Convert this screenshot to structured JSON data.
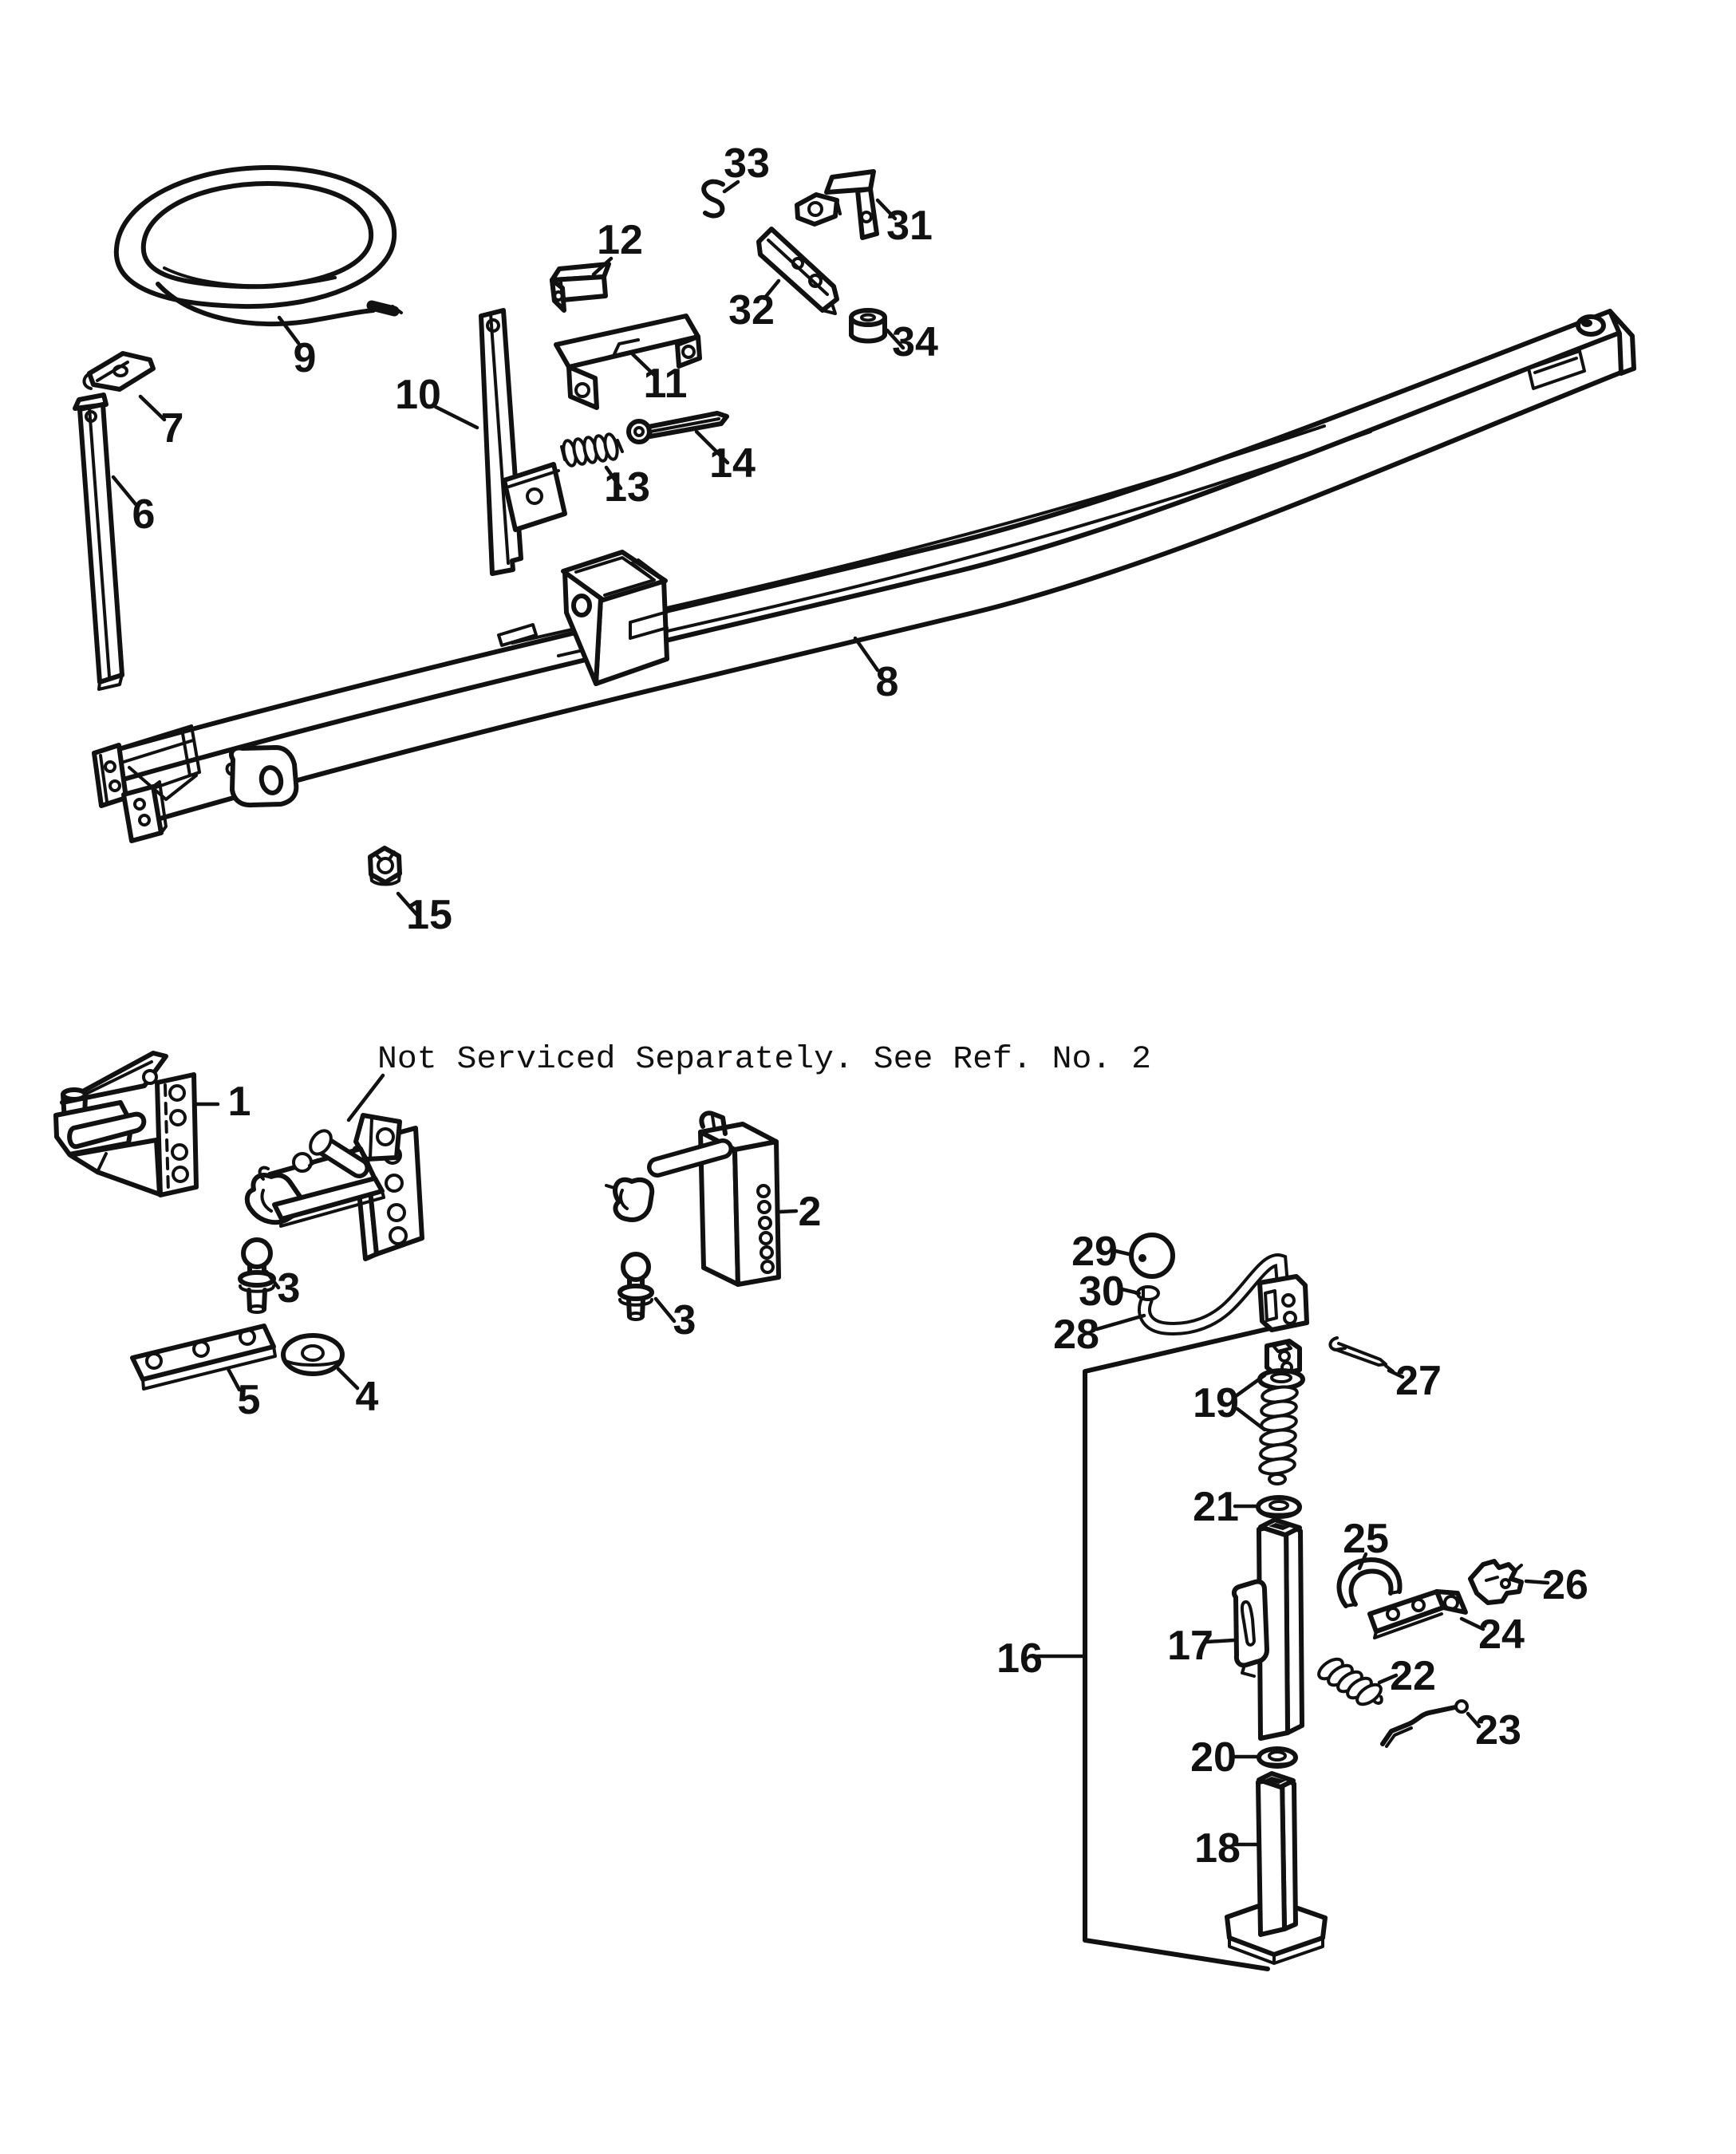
{
  "figure": {
    "type": "exploded-parts-diagram",
    "note": "Not Serviced Separately.  See Ref. No. 2",
    "colors": {
      "background": "#ffffff",
      "ink": "#111111"
    },
    "callouts": [
      "1",
      "2",
      "3",
      "3",
      "4",
      "5",
      "6",
      "7",
      "8",
      "9",
      "10",
      "11",
      "12",
      "13",
      "14",
      "15",
      "16",
      "17",
      "18",
      "19",
      "20",
      "21",
      "22",
      "23",
      "24",
      "25",
      "26",
      "27",
      "28",
      "29",
      "30",
      "31",
      "32",
      "33",
      "34"
    ]
  }
}
